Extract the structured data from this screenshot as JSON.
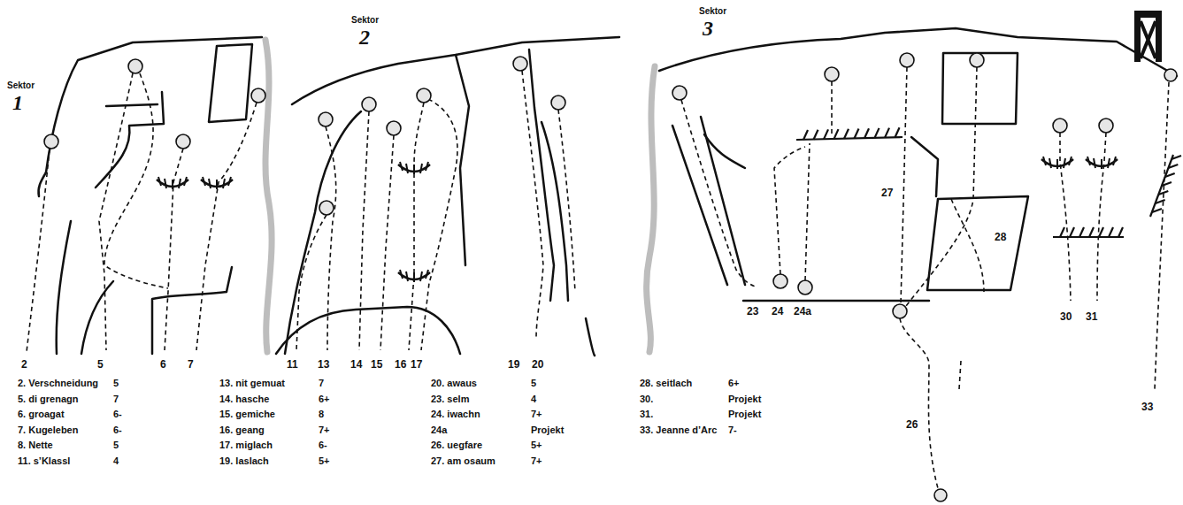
{
  "diagram": {
    "labels": [
      "Sektor",
      "1",
      "Sektor",
      "2",
      "Sektor",
      "3",
      "2",
      "5",
      "6",
      "7",
      "11",
      "13",
      "14",
      "15",
      "16",
      "17",
      "19",
      "20",
      "23",
      "24",
      "24a",
      "27",
      "28",
      "30",
      "31",
      "26",
      "33",
      "2. Verschneidung",
      "5",
      "5. di grenagn",
      "7",
      "6. groagat",
      "6-",
      "7. Kugeleben",
      "6-",
      "8. Nette",
      "5",
      "11. s’Klassl",
      "4",
      "13. nit gemuat",
      "7",
      "14. hasche",
      "6+",
      "15. gemiche",
      "8",
      "16. geang",
      "7+",
      "17. miglach",
      "6-",
      "19. laslach",
      "5+",
      "20. awaus",
      "5",
      "23. selm",
      "4",
      "24. iwachn",
      "7+",
      "24a",
      "Projekt",
      "26. uegfare",
      "5+",
      "27. am osaum",
      "7+",
      "28. seitlach",
      "6+",
      "30.",
      "Projekt",
      "31.",
      "Projekt",
      "33. Jeanne d’Arc",
      "7-"
    ]
  }
}
